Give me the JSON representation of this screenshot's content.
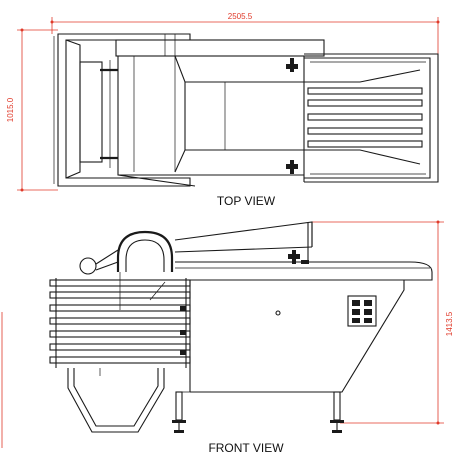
{
  "dimensions": {
    "overall_length": "2505.5",
    "overall_width": "1015.0",
    "overall_height": "1413.5"
  },
  "views": {
    "top_view_label": "TOP VIEW",
    "front_view_label": "FRONT VIEW"
  },
  "colors": {
    "dimension": "#e03a2a",
    "outline": "#1a1a1a",
    "background": "#ffffff"
  }
}
